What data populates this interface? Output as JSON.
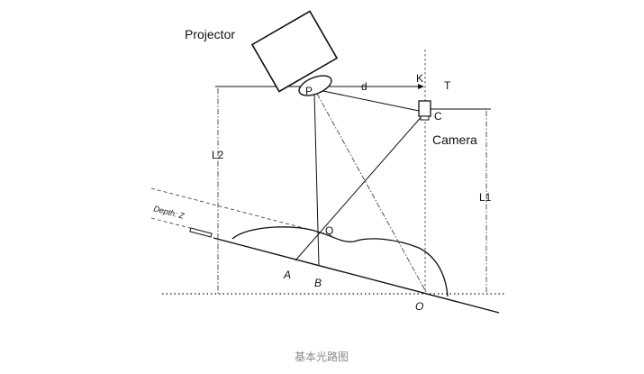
{
  "labels": {
    "projector": "Projector",
    "camera": "Camera",
    "p": "P",
    "d": "d",
    "k": "K",
    "t": "T",
    "c": "C",
    "l1": "L1",
    "l2": "L2",
    "depth": "Depth: Z",
    "q": "Q",
    "a": "A",
    "b": "B",
    "o": "O"
  },
  "caption": "基本光路图",
  "colors": {
    "line": "#111111",
    "guide": "#666666",
    "caption": "#888888"
  }
}
